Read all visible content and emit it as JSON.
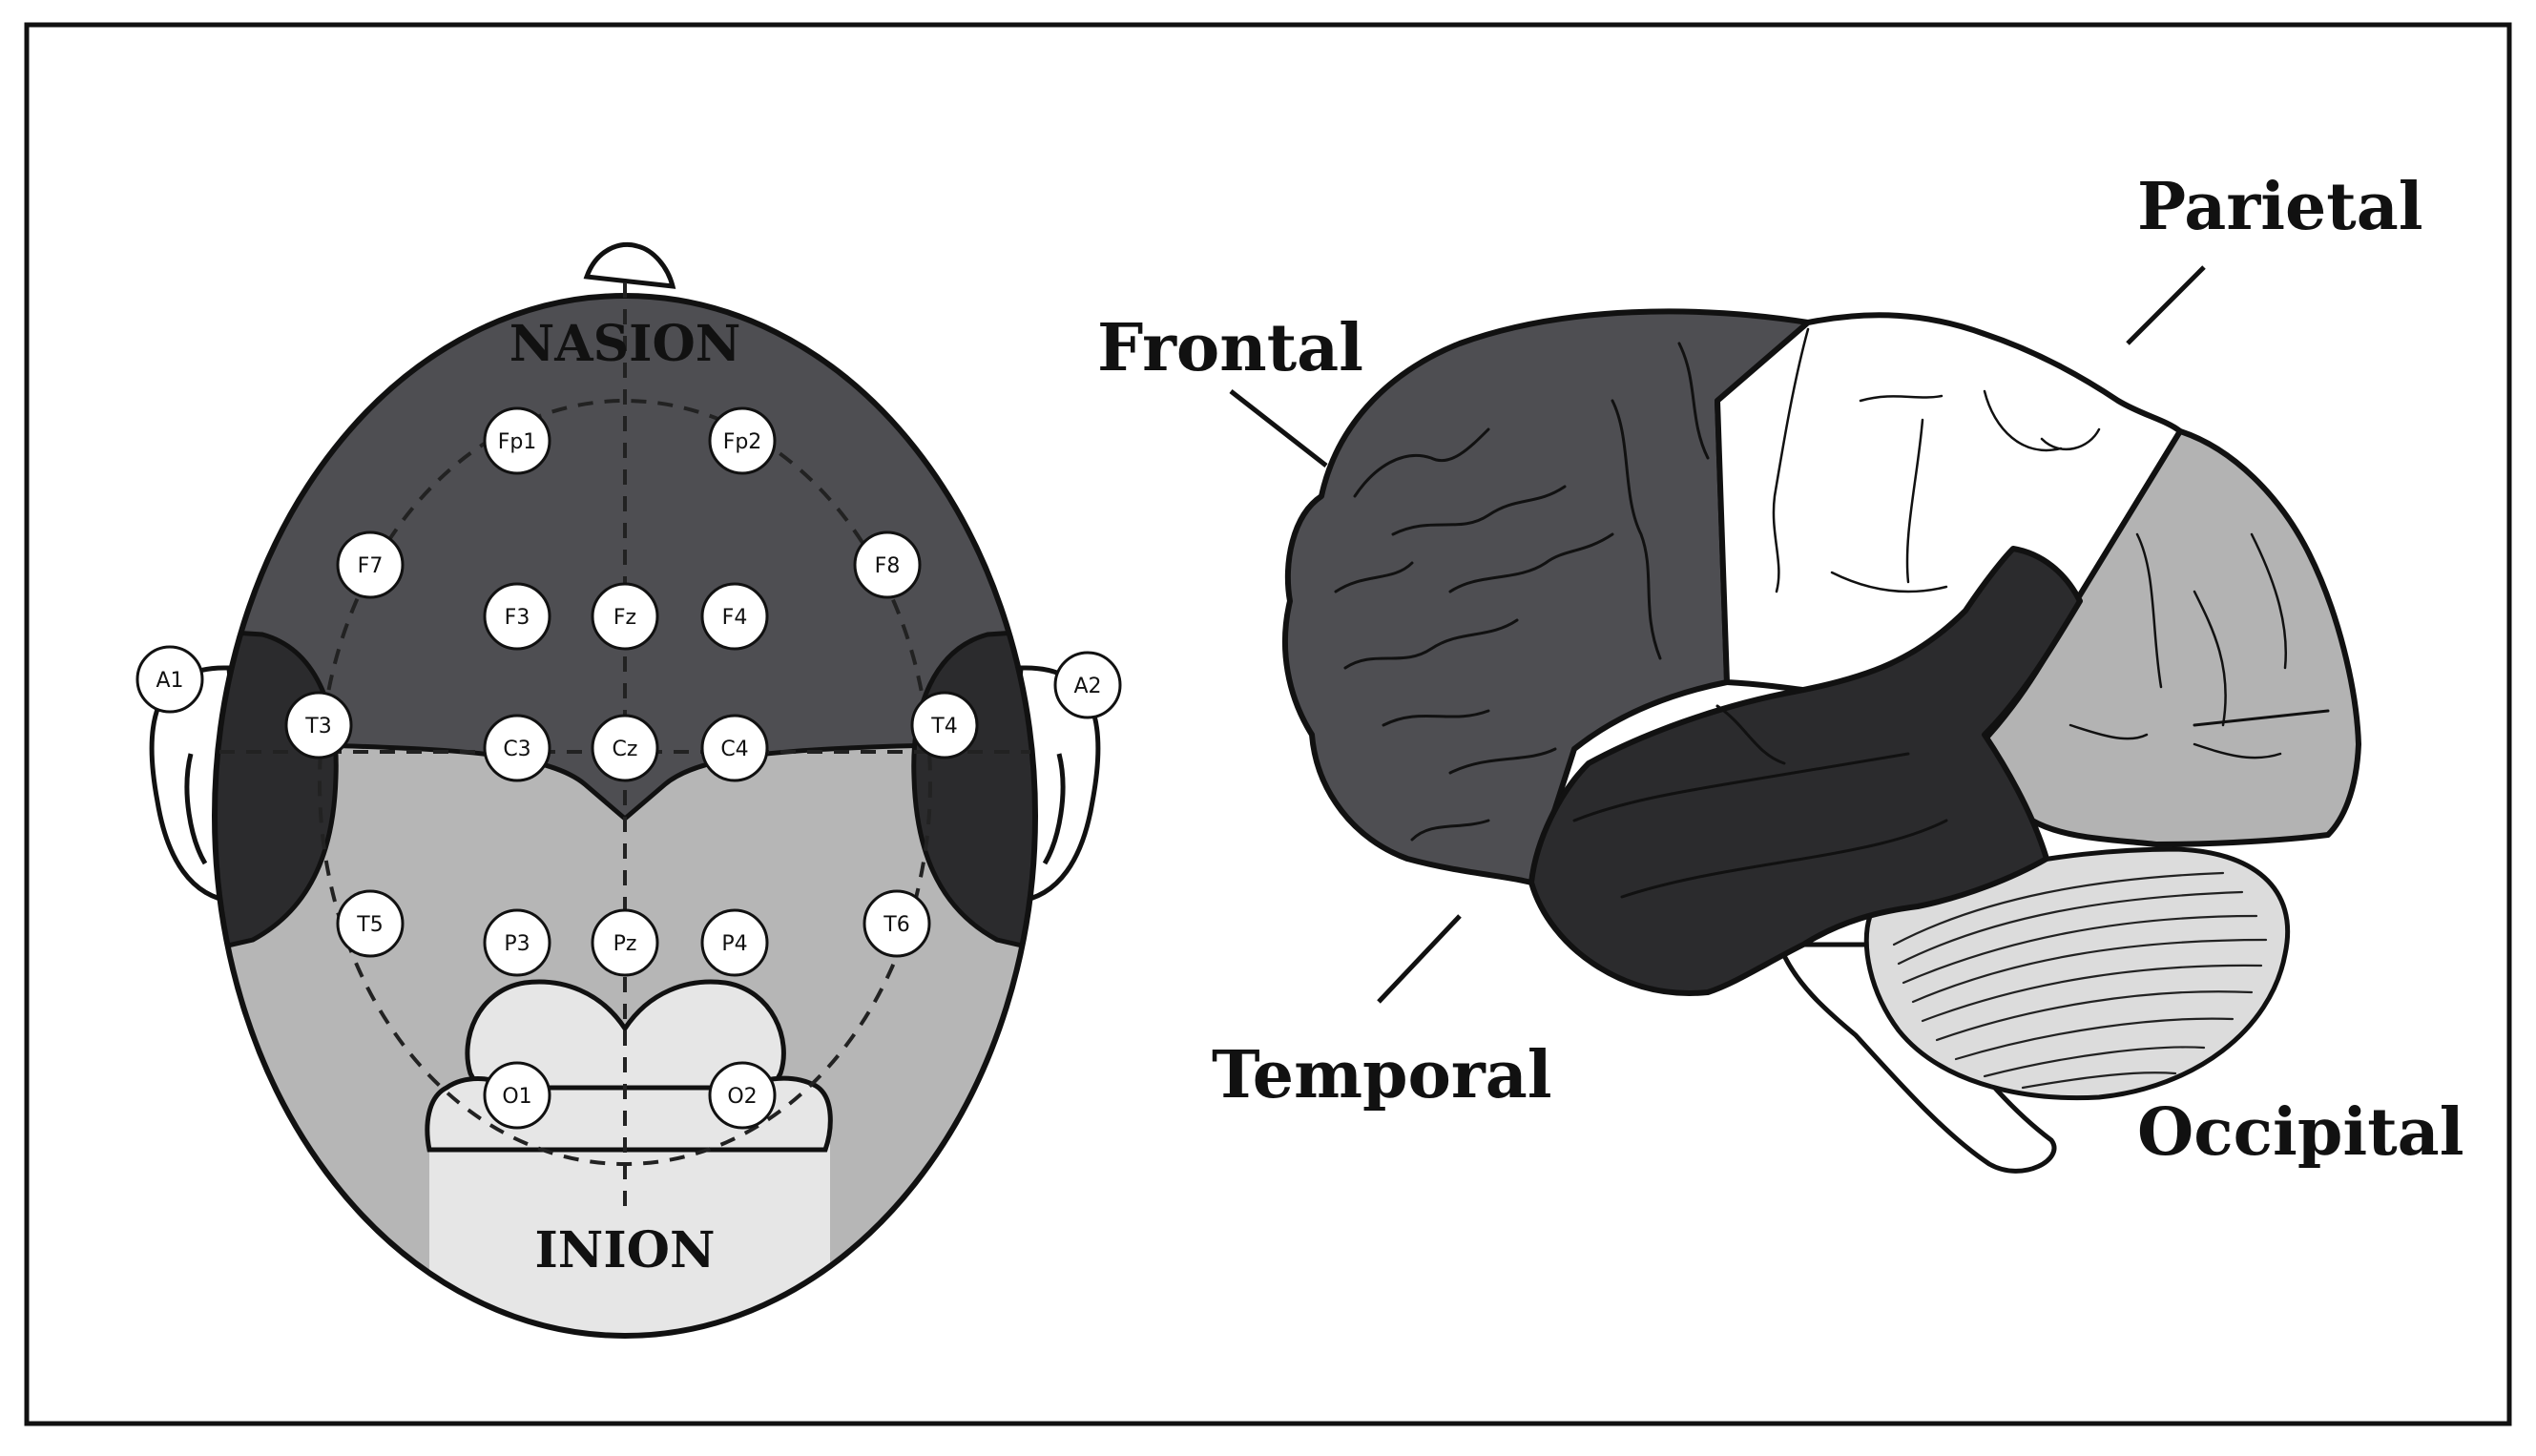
{
  "colors": {
    "frontal": "#4e4e52",
    "temporal": "#2b2b2d",
    "parietal": "#ffffff",
    "occipital": "#b3b3b3",
    "cerebellum": "#dcdcdc",
    "head_front": "#4e4e52",
    "head_back": "#b6b6b6",
    "occipital_lobe_top": "#e6e6e6",
    "stroke": "#111111"
  },
  "head": {
    "nasion_label": "NASION",
    "inion_label": "INION",
    "electrodes": [
      {
        "id": "Fp1"
      },
      {
        "id": "Fp2"
      },
      {
        "id": "F7"
      },
      {
        "id": "F3"
      },
      {
        "id": "Fz"
      },
      {
        "id": "F4"
      },
      {
        "id": "F8"
      },
      {
        "id": "A1"
      },
      {
        "id": "T3"
      },
      {
        "id": "C3"
      },
      {
        "id": "Cz"
      },
      {
        "id": "C4"
      },
      {
        "id": "T4"
      },
      {
        "id": "A2"
      },
      {
        "id": "T5"
      },
      {
        "id": "P3"
      },
      {
        "id": "Pz"
      },
      {
        "id": "P4"
      },
      {
        "id": "T6"
      },
      {
        "id": "O1"
      },
      {
        "id": "O2"
      }
    ]
  },
  "brain": {
    "labels": {
      "frontal": "Frontal",
      "parietal": "Parietal",
      "temporal": "Temporal",
      "occipital": "Occipital"
    }
  }
}
